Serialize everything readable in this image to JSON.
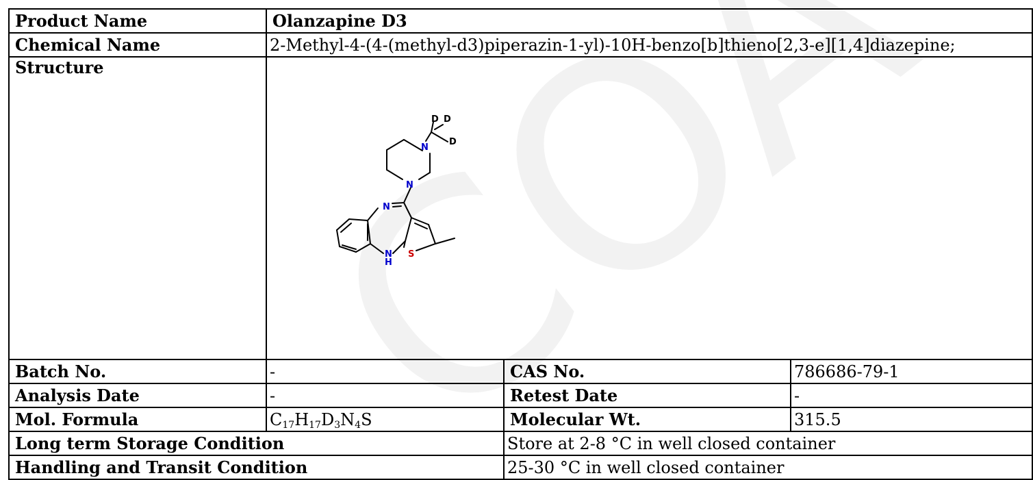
{
  "product_name": {
    "label": "Product Name",
    "value": "Olanzapine D3"
  },
  "chemical_name": {
    "label": "Chemical Name",
    "value": "2-Methyl-4-(4-(methyl-d3)piperazin-1-yl)-10H-benzo[b]thieno[2,3-e][1,4]diazepine;"
  },
  "structure": {
    "label": "Structure",
    "atoms": {
      "d1": "D",
      "d2": "D",
      "d3": "D",
      "n_top": "N",
      "n_bottom": "N",
      "n_imine": "N",
      "nh_n": "N",
      "nh_h": "H",
      "s": "S"
    },
    "colors": {
      "nitrogen": "#0000cc",
      "sulfur": "#cc0000"
    }
  },
  "batch": {
    "label": "Batch No.",
    "value": "-"
  },
  "cas": {
    "label": "CAS No.",
    "value": "786686-79-1"
  },
  "analysis_date": {
    "label": "Analysis Date",
    "value": "-"
  },
  "retest_date": {
    "label": "Retest Date",
    "value": "-"
  },
  "mol_formula": {
    "label": "Mol. Formula",
    "parts": [
      {
        "el": "C",
        "n": "17"
      },
      {
        "el": "H",
        "n": "17"
      },
      {
        "el": "D",
        "n": "3"
      },
      {
        "el": "N",
        "n": "4"
      },
      {
        "el": "S",
        "n": ""
      }
    ]
  },
  "mol_wt": {
    "label": "Molecular Wt.",
    "value": "315.5"
  },
  "storage": {
    "label": "Long term Storage Condition",
    "value": "Store at 2-8 °C in well closed container"
  },
  "handling": {
    "label": "Handling and Transit Condition",
    "value": "25-30 °C in well closed container"
  },
  "watermark_text": "COA"
}
